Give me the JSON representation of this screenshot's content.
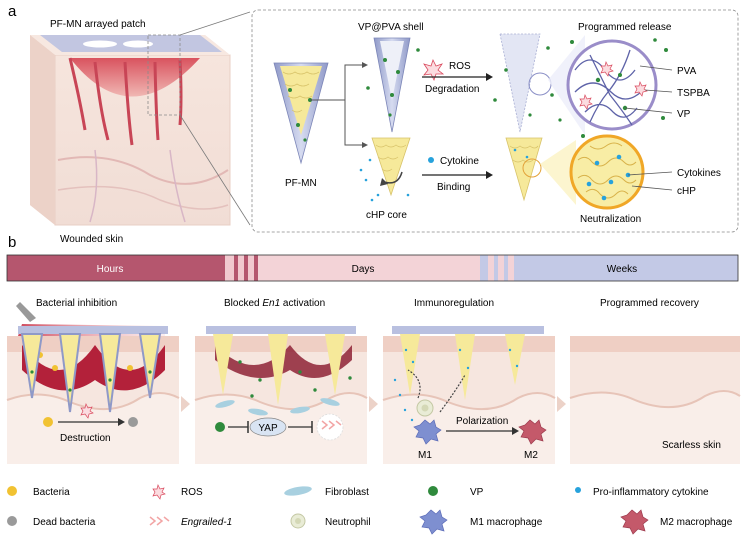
{
  "panel_a": {
    "letter": "a",
    "patch_label": "PF-MN arrayed patch",
    "skin_label": "Wounded skin",
    "pfmn_label": "PF-MN",
    "shell_label": "VP@PVA shell",
    "core_label": "cHP core",
    "ros_label": "ROS",
    "degradation_label": "Degradation",
    "cytokine_label": "Cytokine",
    "binding_label": "Binding",
    "release_title": "Programmed release",
    "neutralization_title": "Neutralization",
    "release_callouts": [
      "PVA",
      "TSPBA",
      "VP"
    ],
    "neutral_callouts": [
      "Cytokines",
      "cHP"
    ]
  },
  "panel_b": {
    "letter": "b",
    "timeline": [
      "Hours",
      "Days",
      "Weeks"
    ],
    "stages": [
      {
        "pre": "Bacterial inhibition",
        "italic": "",
        "post": ""
      },
      {
        "pre": "Blocked ",
        "italic": "En1",
        "post": " activation"
      },
      {
        "pre": "Immunoregulation",
        "italic": "",
        "post": ""
      },
      {
        "pre": "Programmed recovery",
        "italic": "",
        "post": ""
      }
    ],
    "destruction_label": "Destruction",
    "yap_label": "YAP",
    "polarization_label": "Polarization",
    "m1_label": "M1",
    "m2_label": "M2",
    "scarless_label": "Scarless skin"
  },
  "legend": [
    {
      "label": "Bacteria",
      "italic": false
    },
    {
      "label": "ROS",
      "italic": false
    },
    {
      "label": "Fibroblast",
      "italic": false
    },
    {
      "label": "VP",
      "italic": false
    },
    {
      "label": "Pro-inflammatory cytokine",
      "italic": false
    },
    {
      "label": "Dead bacteria",
      "italic": false
    },
    {
      "label": "Engrailed-1",
      "italic": true
    },
    {
      "label": "Neutrophil",
      "italic": false
    },
    {
      "label": "M1 macrophage",
      "italic": false
    },
    {
      "label": "M2 macrophage",
      "italic": false
    }
  ],
  "colors": {
    "hours": "#b5566e",
    "days": "#f3d3d7",
    "weeks": "#c3c9e6",
    "vp_green": "#2f8a3c",
    "cytokine_blue": "#27a2dc",
    "needle": "#aab3d8",
    "hp_yellow": "#f5eaa0",
    "skin": "#f3e3dc",
    "wound": "#b3213a"
  }
}
